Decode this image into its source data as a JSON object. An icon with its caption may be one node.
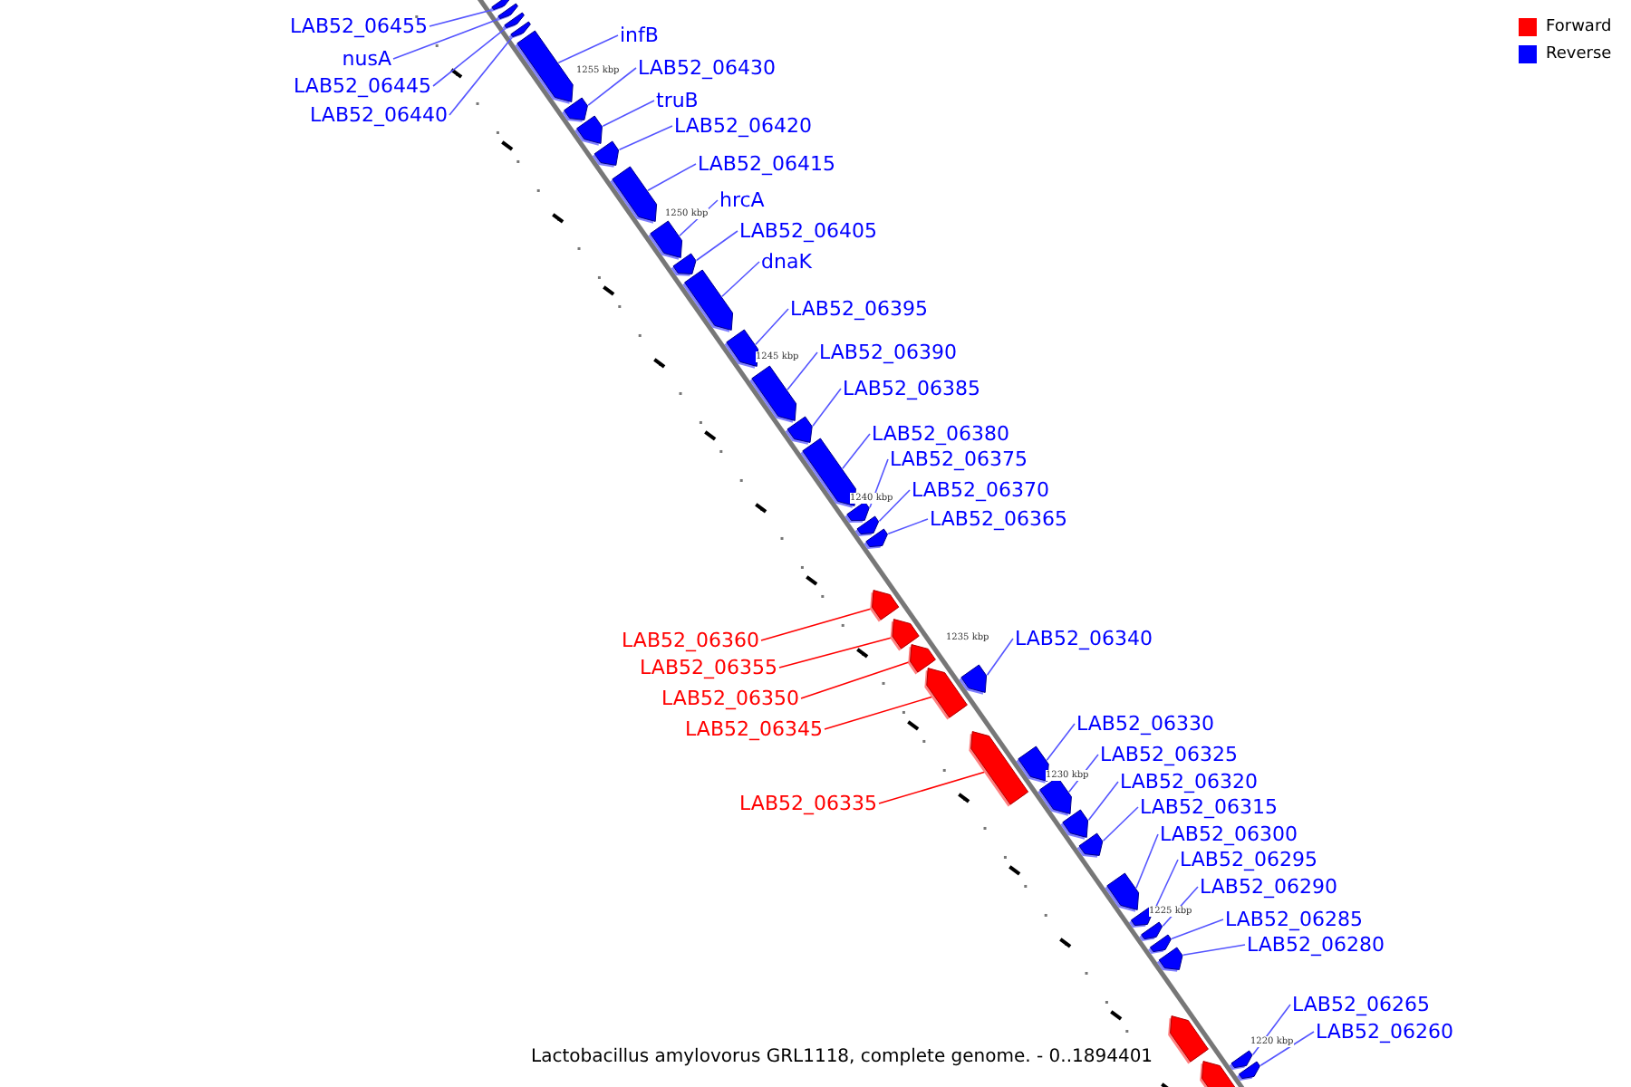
{
  "diagram": {
    "caption": "Lactobacillus amylovorus GRL1118, complete genome. - 0..1894401",
    "nodes": [
      {
        "text": [
          "LAB52_06455"
        ]
      },
      {
        "text": [
          "nusA"
        ]
      },
      {
        "text": [
          "LAB52_06445"
        ]
      },
      {
        "text": [
          "LAB52_06440"
        ]
      },
      {
        "text": [
          "infB"
        ]
      },
      {
        "text": [
          "LAB52_06430"
        ]
      },
      {
        "text": [
          "truB"
        ]
      },
      {
        "text": [
          "LAB52_06420"
        ]
      },
      {
        "text": [
          "LAB52_06415"
        ]
      },
      {
        "text": [
          "hrcA"
        ]
      },
      {
        "text": [
          "LAB52_06405"
        ]
      },
      {
        "text": [
          "dnaK"
        ]
      },
      {
        "text": [
          "LAB52_06395"
        ]
      },
      {
        "text": [
          "LAB52_06390"
        ]
      },
      {
        "text": [
          "LAB52_06385"
        ]
      },
      {
        "text": [
          "LAB52_06380"
        ]
      },
      {
        "text": [
          "LAB52_06375"
        ]
      },
      {
        "text": [
          "LAB52_06370"
        ]
      },
      {
        "text": [
          "LAB52_06365"
        ]
      },
      {
        "text": [
          "LAB52_06360"
        ]
      },
      {
        "text": [
          "LAB52_06355"
        ]
      },
      {
        "text": [
          "LAB52_06350"
        ]
      },
      {
        "text": [
          "LAB52_06345"
        ]
      },
      {
        "text": [
          "LAB52_06340"
        ]
      },
      {
        "text": [
          "LAB52_06335"
        ]
      },
      {
        "text": [
          "LAB52_06330"
        ]
      },
      {
        "text": [
          "LAB52_06325"
        ]
      },
      {
        "text": [
          "LAB52_06320"
        ]
      },
      {
        "text": [
          "LAB52_06315"
        ]
      },
      {
        "text": [
          "LAB52_06300"
        ]
      },
      {
        "text": [
          "LAB52_06295"
        ]
      },
      {
        "text": [
          "LAB52_06290"
        ]
      },
      {
        "text": [
          "LAB52_06285"
        ]
      },
      {
        "text": [
          "LAB52_06280"
        ]
      },
      {
        "text": [
          "LAB52_06265"
        ]
      },
      {
        "text": [
          "LAB52_06260"
        ]
      },
      {
        "text": [],
        "shape": "arrow"
      },
      {
        "text": [],
        "shape": "arrow"
      },
      {
        "text": [],
        "shape": "arrow"
      },
      {
        "text": [],
        "shape": "arrow"
      },
      {
        "text": [],
        "shape": "arrow"
      },
      {
        "text": [],
        "shape": "arrow"
      },
      {
        "text": [],
        "shape": "arrow"
      },
      {
        "text": [],
        "shape": "arrow"
      },
      {
        "text": [],
        "shape": "arrow"
      },
      {
        "text": [],
        "shape": "arrow"
      },
      {
        "text": [],
        "shape": "arrow"
      },
      {
        "text": [],
        "shape": "arrow"
      },
      {
        "text": [],
        "shape": "arrow"
      },
      {
        "text": [],
        "shape": "arrow"
      },
      {
        "text": [],
        "shape": "arrow"
      },
      {
        "text": [],
        "shape": "arrow"
      },
      {
        "text": [],
        "shape": "arrow"
      },
      {
        "text": [],
        "shape": "arrow"
      },
      {
        "text": [],
        "shape": "arrow"
      },
      {
        "text": [],
        "shape": "arrow"
      },
      {
        "text": [],
        "shape": "arrow"
      },
      {
        "text": [],
        "shape": "arrow"
      },
      {
        "text": [],
        "shape": "arrow"
      },
      {
        "text": [],
        "shape": "arrow"
      },
      {
        "text": [],
        "shape": "arrow"
      },
      {
        "text": [],
        "shape": "arrow"
      },
      {
        "text": [],
        "shape": "arrow"
      },
      {
        "text": [],
        "shape": "arrow"
      },
      {
        "text": [],
        "shape": "arrow"
      },
      {
        "text": [],
        "shape": "arrow"
      },
      {
        "text": [],
        "shape": "arrow"
      },
      {
        "text": [],
        "shape": "arrow"
      },
      {
        "text": [],
        "shape": "arrow"
      },
      {
        "text": [],
        "shape": "arrow"
      },
      {
        "text": [],
        "shape": "arrow"
      },
      {
        "text": [],
        "shape": "arrow"
      },
      {
        "text": [],
        "shape": "arrow"
      },
      {
        "text": [],
        "shape": "arrow"
      }
    ],
    "edges": [
      {
        "from": 0,
        "to": 36,
        "arrow": "none"
      },
      {
        "from": 1,
        "to": 37,
        "arrow": "none"
      },
      {
        "from": 2,
        "to": 38,
        "arrow": "none"
      },
      {
        "from": 3,
        "to": 39,
        "arrow": "none"
      },
      {
        "from": 4,
        "to": 40,
        "arrow": "none"
      },
      {
        "from": 5,
        "to": 41,
        "arrow": "none"
      },
      {
        "from": 6,
        "to": 42,
        "arrow": "none"
      },
      {
        "from": 7,
        "to": 43,
        "arrow": "none"
      },
      {
        "from": 8,
        "to": 44,
        "arrow": "none"
      },
      {
        "from": 9,
        "to": 45,
        "arrow": "none"
      },
      {
        "from": 10,
        "to": 46,
        "arrow": "none"
      },
      {
        "from": 11,
        "to": 47,
        "arrow": "none"
      },
      {
        "from": 12,
        "to": 48,
        "arrow": "none"
      },
      {
        "from": 13,
        "to": 49,
        "arrow": "none"
      },
      {
        "from": 14,
        "to": 50,
        "arrow": "none"
      },
      {
        "from": 15,
        "to": 51,
        "arrow": "none"
      },
      {
        "from": 16,
        "to": 52,
        "arrow": "none"
      },
      {
        "from": 17,
        "to": 53,
        "arrow": "none"
      },
      {
        "from": 18,
        "to": 54,
        "arrow": "none"
      },
      {
        "from": 19,
        "to": 55,
        "arrow": "none",
        "color": "#ff0000"
      },
      {
        "from": 20,
        "to": 56,
        "arrow": "none",
        "color": "#ff0000"
      },
      {
        "from": 21,
        "to": 57,
        "arrow": "none",
        "color": "#ff0000"
      },
      {
        "from": 22,
        "to": 58,
        "arrow": "none",
        "color": "#ff0000"
      },
      {
        "from": 23,
        "to": 59,
        "arrow": "none"
      },
      {
        "from": 24,
        "to": 60,
        "arrow": "none",
        "color": "#ff0000"
      },
      {
        "from": 25,
        "to": 61,
        "arrow": "none"
      },
      {
        "from": 26,
        "to": 62,
        "arrow": "none"
      },
      {
        "from": 27,
        "to": 63,
        "arrow": "none"
      },
      {
        "from": 28,
        "to": 64,
        "arrow": "none"
      },
      {
        "from": 29,
        "to": 65,
        "arrow": "none"
      },
      {
        "from": 30,
        "to": 66,
        "arrow": "none"
      },
      {
        "from": 31,
        "to": 67,
        "arrow": "none"
      },
      {
        "from": 32,
        "to": 68,
        "arrow": "none"
      },
      {
        "from": 33,
        "to": 69,
        "arrow": "none"
      },
      {
        "from": 34,
        "to": 72,
        "arrow": "none"
      },
      {
        "from": 35,
        "to": 73,
        "arrow": "none"
      }
    ],
    "labels": [
      "1255 kbp",
      "1250 kbp",
      "1245 kbp",
      "1240 kbp",
      "1235 kbp",
      "1230 kbp",
      "1225 kbp",
      "1220 kbp"
    ],
    "legend": [
      {
        "text": "Forward",
        "color": "#ff0000"
      },
      {
        "text": "Reverse",
        "color": "#0000ff"
      }
    ]
  }
}
